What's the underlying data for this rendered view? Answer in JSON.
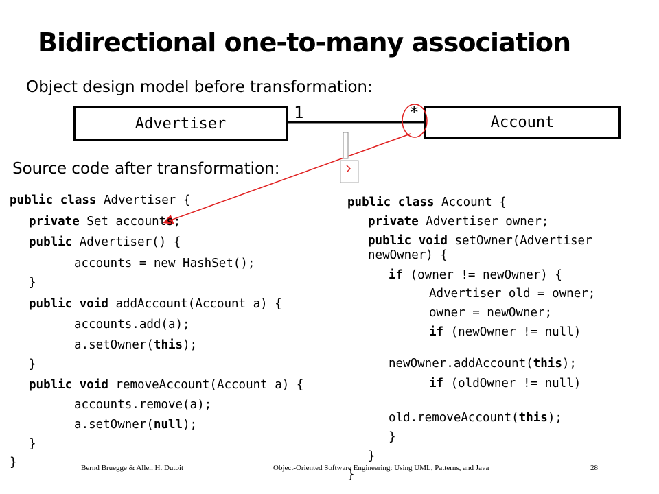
{
  "slide": {
    "title": "Bidirectional one-to-many association",
    "before_label": "Object design model before transformation:",
    "after_label": "Source code after transformation:"
  },
  "diagram": {
    "left_class": "Advertiser",
    "right_class": "Account",
    "left_multiplicity": "1",
    "right_multiplicity": "*",
    "annotation_color": "#e02020"
  },
  "code_left": [
    [
      {
        "t": "public class",
        "b": true
      },
      {
        "t": " Advertiser {"
      }
    ],
    [
      {
        "t": "private",
        "b": true
      },
      {
        "t": " Set accounts;"
      }
    ],
    [
      {
        "t": "public",
        "b": true
      },
      {
        "t": " Advertiser() {"
      }
    ],
    [
      {
        "t": "accounts = new HashSet();"
      }
    ],
    [
      {
        "t": "}"
      }
    ],
    [
      {
        "t": "public void",
        "b": true
      },
      {
        "t": " addAccount(Account a) {"
      }
    ],
    [
      {
        "t": "accounts.add(a);"
      }
    ],
    [
      {
        "t": "a.setOwner("
      },
      {
        "t": "this",
        "b": true
      },
      {
        "t": ");"
      }
    ],
    [
      {
        "t": "}"
      }
    ],
    [
      {
        "t": "public void",
        "b": true
      },
      {
        "t": " removeAccount(Account a) {"
      }
    ],
    [
      {
        "t": "accounts.remove(a);"
      }
    ],
    [
      {
        "t": "a.setOwner("
      },
      {
        "t": "null",
        "b": true
      },
      {
        "t": ");"
      }
    ],
    [
      {
        "t": "}"
      }
    ],
    [
      {
        "t": "}"
      }
    ]
  ],
  "code_right": [
    [
      {
        "t": "public class",
        "b": true
      },
      {
        "t": " Account {"
      }
    ],
    [
      {
        "t": "private",
        "b": true
      },
      {
        "t": " Advertiser owner;"
      }
    ],
    [
      {
        "t": "public void",
        "b": true
      },
      {
        "t": " setOwner(Advertiser"
      }
    ],
    [
      {
        "t": "newOwner) {"
      }
    ],
    [
      {
        "t": "if",
        "b": true
      },
      {
        "t": " (owner != newOwner) {"
      }
    ],
    [
      {
        "t": "Advertiser old = owner;"
      }
    ],
    [
      {
        "t": "owner = newOwner;"
      }
    ],
    [
      {
        "t": "if",
        "b": true
      },
      {
        "t": " (newOwner != null)"
      }
    ],
    [
      {
        "t": "newOwner.addAccount("
      },
      {
        "t": "this",
        "b": true
      },
      {
        "t": ");"
      }
    ],
    [
      {
        "t": "if",
        "b": true
      },
      {
        "t": " (oldOwner != null)"
      }
    ],
    [
      {
        "t": "old.removeAccount("
      },
      {
        "t": "this",
        "b": true
      },
      {
        "t": ");"
      }
    ],
    [
      {
        "t": "}"
      }
    ],
    [
      {
        "t": "}"
      }
    ],
    [
      {
        "t": "}"
      }
    ]
  ],
  "footer": {
    "authors": "Bernd Bruegge & Allen H. Dutoit",
    "book": "Object-Oriented Software Engineering: Using UML, Patterns, and Java",
    "page": "28"
  }
}
